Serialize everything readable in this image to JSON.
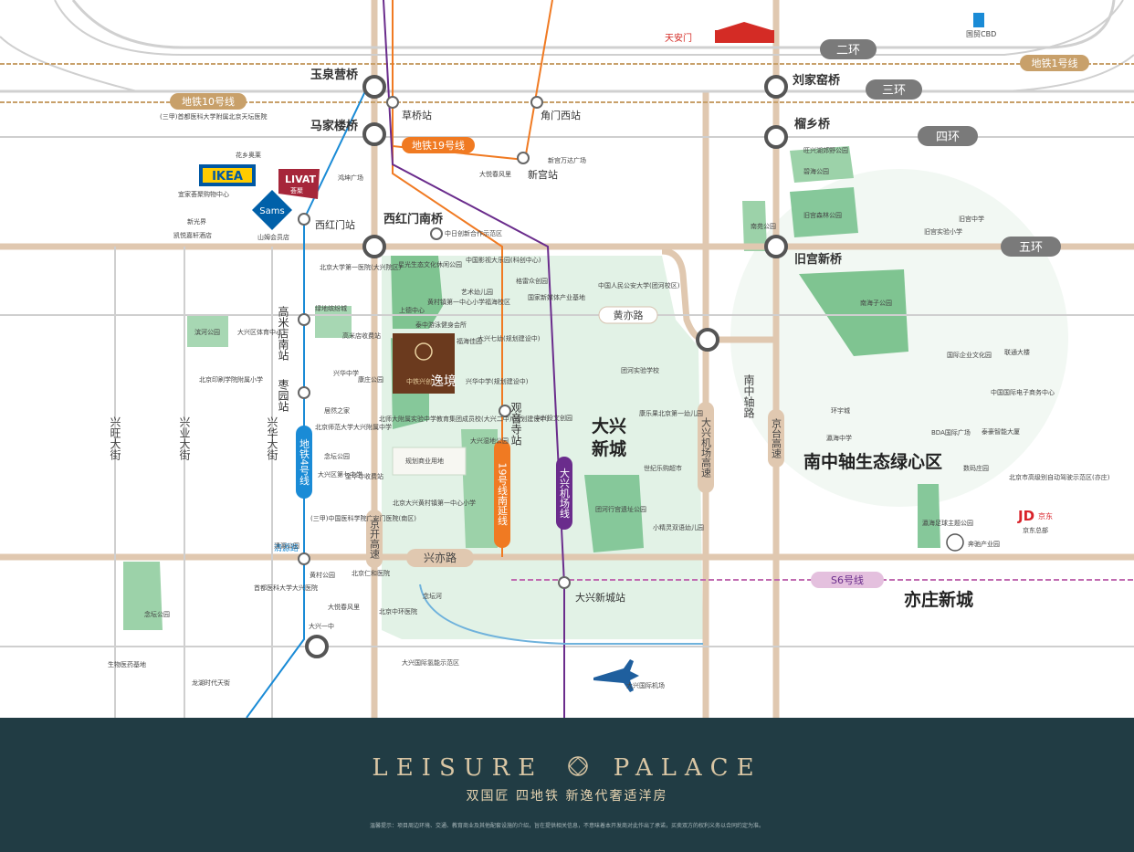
{
  "ring_roads": {
    "second": "二环",
    "third": "三环",
    "fourth": "四环",
    "fifth": "五环"
  },
  "metro_lines": {
    "line1": "地铁1号线",
    "line10": "地铁10号线",
    "line19": "地铁19号线",
    "line4": "地铁4号线",
    "line19s": "19号线南延线",
    "airport_line": "大兴机场线",
    "s6": "S6号线"
  },
  "bridges": {
    "yuquanying": "玉泉营桥",
    "majialou": "马家楼桥",
    "xihongmen": "西红门南桥",
    "liujiayao": "刘家窑桥",
    "liuxiang": "榴乡桥",
    "jiugong": "旧宫新桥"
  },
  "stations": {
    "caoqiao": "草桥站",
    "jiaomen": "角门西站",
    "xingong": "新宫站",
    "xihongmen": "西红门站",
    "gaomidian": "高米店南站",
    "zaoyuan": "枣园站",
    "guanyinsi": "观音寺站",
    "daxingxincheng": "大兴新城站"
  },
  "roads": {
    "huangyi": "黄亦路",
    "xingyi": "兴亦路",
    "jingkai": "京开高速",
    "jingtai": "京台高速",
    "airport_expwy": "大兴机场高速",
    "nanzhongzhou": "南中轴路",
    "xingwang": "兴旺大街",
    "xingye": "兴业大街",
    "xinghua": "兴华大街",
    "qingyuan": "清源路"
  },
  "areas": {
    "daxing": "大兴新城",
    "nanzhongzhou_area": "南中轴生态绿心区",
    "yizhuang": "亦庄新城",
    "tiananmen": "天安门",
    "guomao": "国贸CBD"
  },
  "project": {
    "name": "逸境",
    "developer": "中铁兴创"
  },
  "pois_west": [
    "(三甲)首都医科大学附属北京天坛医院",
    "花乡奥莱",
    "鸿坤广场",
    "宜家荟聚购物中心",
    "新光界",
    "凯悦嘉轩酒店",
    "山姆会员店",
    "北京大学第一医院(大兴院区)",
    "绿地缤纷城",
    "滨河公园",
    "大兴区体育中心",
    "北京印刷学院附属小学",
    "兴华中学",
    "居然之家",
    "北京师范大学大兴附属中学",
    "高米店收费站",
    "金华寺收费站",
    "念坛公园",
    "大兴区第七中学",
    "(三甲)中国医科学院广安门医院(南区)",
    "清源公园",
    "念坛公园",
    "首都医科大学大兴医院",
    "黄村公园",
    "北京仁和医院",
    "大悦春风里",
    "大兴一中",
    "生物医药基地",
    "龙湖时代天街",
    "大悦春风里",
    "新宫万达广场"
  ],
  "pois_center": [
    "中日创新合作示范区",
    "星光生态文化休闲公园",
    "中国影视大乐园(科创中心)",
    "格雷众创园",
    "艺术幼儿园",
    "黄村镇第一中心小学福海校区",
    "国家新媒体产业基地",
    "上德中心",
    "泰中游泳健身会所",
    "福海佳园",
    "大兴七幼(规划建设中)",
    "康庄公园",
    "兴华中学(规划建设中)",
    "中兴投文创园",
    "北师大附属实验中学教育集团成员校(大兴二中)(规划建设中)",
    "规划商业用地",
    "大兴湿地公园",
    "北京大兴黄村镇第一中心小学",
    "团河实验学校",
    "康乐果北京第一幼儿园",
    "世纪乐购超市",
    "团河行宫遗址公园",
    "小精灵双语幼儿园",
    "北京中环医院",
    "大兴国际氢能示范区",
    "大兴国际机场",
    "念坛河",
    "中国人民公安大学(团河校区)"
  ],
  "pois_east": [
    "旺兴湖郊野公园",
    "碧海公园",
    "旧宫森林公园",
    "南苑公园",
    "旧宫中学",
    "旧宫实验小学",
    "南海子公园",
    "国际企业文化园",
    "联通大楼",
    "中国国际电子商务中心",
    "环宇城",
    "瀛海中学",
    "BDA国际广场",
    "泰豪智能大厦",
    "数码庄园",
    "北京市高级别自动驾驶示范区(亦庄)",
    "瀛海足球主题公园",
    "奔驰产业园",
    "京东总部"
  ],
  "brand": {
    "en_left": "LEISURE",
    "en_right": "PALACE",
    "tagline": "双国匠 四地铁 新逸代奢适洋房",
    "disclaimer": "温馨提示：项目周边环境、交通、教育商业及其他配套设施的介绍，旨在提供相关信息，不意味着本开发商对此作出了承诺，买卖双方的权利义务以合同约定为准。"
  },
  "logos": {
    "ikea": "IKEA",
    "livat": "LIVAT",
    "livat_sub": "荟聚",
    "sams": "Sams",
    "jd": "JD",
    "jd_sub": "京东"
  },
  "colors": {
    "road": "#d9c0a6",
    "ring_label": "#6b6b6b",
    "metro_orange": "#f07a22",
    "metro_blue": "#1a8bd6",
    "metro_purple": "#6a2c8c",
    "metro_tan": "#c8a06a",
    "park": "#86c89a",
    "project": "#6b3a1e",
    "footer": "#213c44"
  }
}
